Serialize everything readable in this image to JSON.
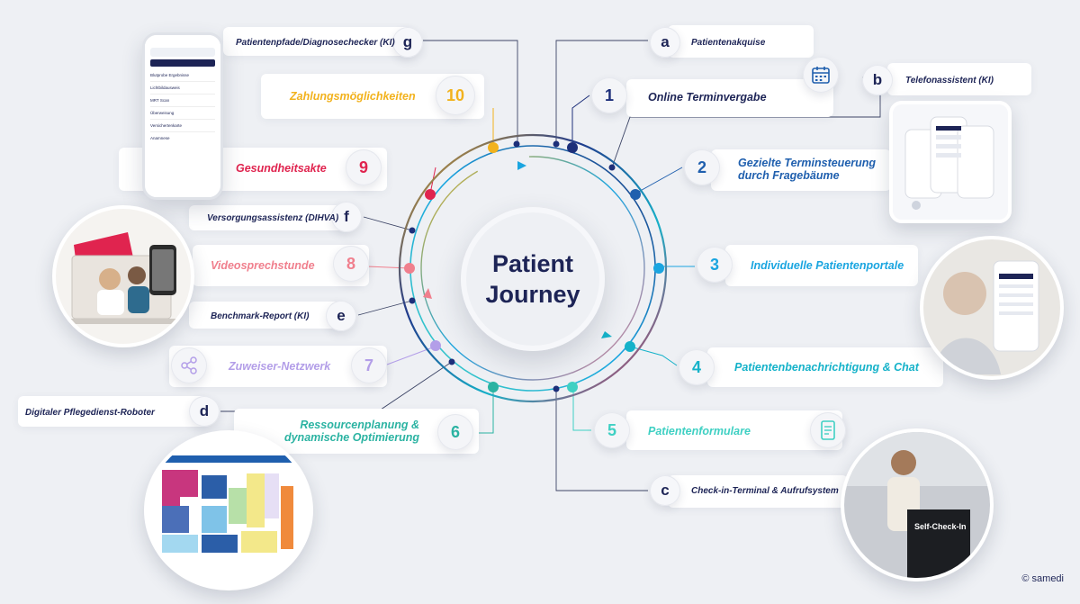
{
  "center": {
    "line1": "Patient",
    "line2": "Journey"
  },
  "steps": [
    {
      "num": "1",
      "label": "Online Terminvergabe",
      "color": "#1d2f7a"
    },
    {
      "num": "2",
      "label_line1": "Gezielte Terminsteuerung",
      "label_line2": "durch Fragebäume",
      "color": "#1f5fae"
    },
    {
      "num": "3",
      "label": "Individuelle Patientenportale",
      "color": "#1aa5e0"
    },
    {
      "num": "4",
      "label": "Patientenbenachrichtigung & Chat",
      "color": "#15b2c9"
    },
    {
      "num": "5",
      "label": "Patientenformulare",
      "color": "#3fd0c3"
    },
    {
      "num": "6",
      "label_line1": "Ressourcenplanung &",
      "label_line2": "dynamische Optimierung",
      "color": "#2bb3a2"
    },
    {
      "num": "7",
      "label": "Zuweiser-Netzwerk",
      "color": "#b39ee8"
    },
    {
      "num": "8",
      "label": "Videosprechstunde",
      "color": "#f07f8d"
    },
    {
      "num": "9",
      "label": "Gesundheitsakte",
      "color": "#e0244f"
    },
    {
      "num": "10",
      "label": "Zahlungsmöglichkeiten",
      "color": "#f2b21d"
    }
  ],
  "letters": [
    {
      "letter": "a",
      "label": "Patientenakquise"
    },
    {
      "letter": "b",
      "label": "Telefonassistent (KI)"
    },
    {
      "letter": "c",
      "label": "Check-in-Terminal & Aufrufsystem"
    },
    {
      "letter": "d",
      "label": "Digitaler Pflegedienst-Roboter"
    },
    {
      "letter": "e",
      "label": "Benchmark-Report (KI)"
    },
    {
      "letter": "f",
      "label": "Versorgungsassistenz (DIHVA)"
    },
    {
      "letter": "g",
      "label": "Patientenpfade/Diagnosechecker (KI)"
    }
  ],
  "phone_left": {
    "items": [
      "Blutprobe Ergebnisse",
      "Lichtbildausweis",
      "MRT Scan",
      "Überweisung",
      "Versichertenkarte",
      "Anamnese"
    ]
  },
  "kiosk_text": "Self-Check-In",
  "copyright": "© samedi"
}
